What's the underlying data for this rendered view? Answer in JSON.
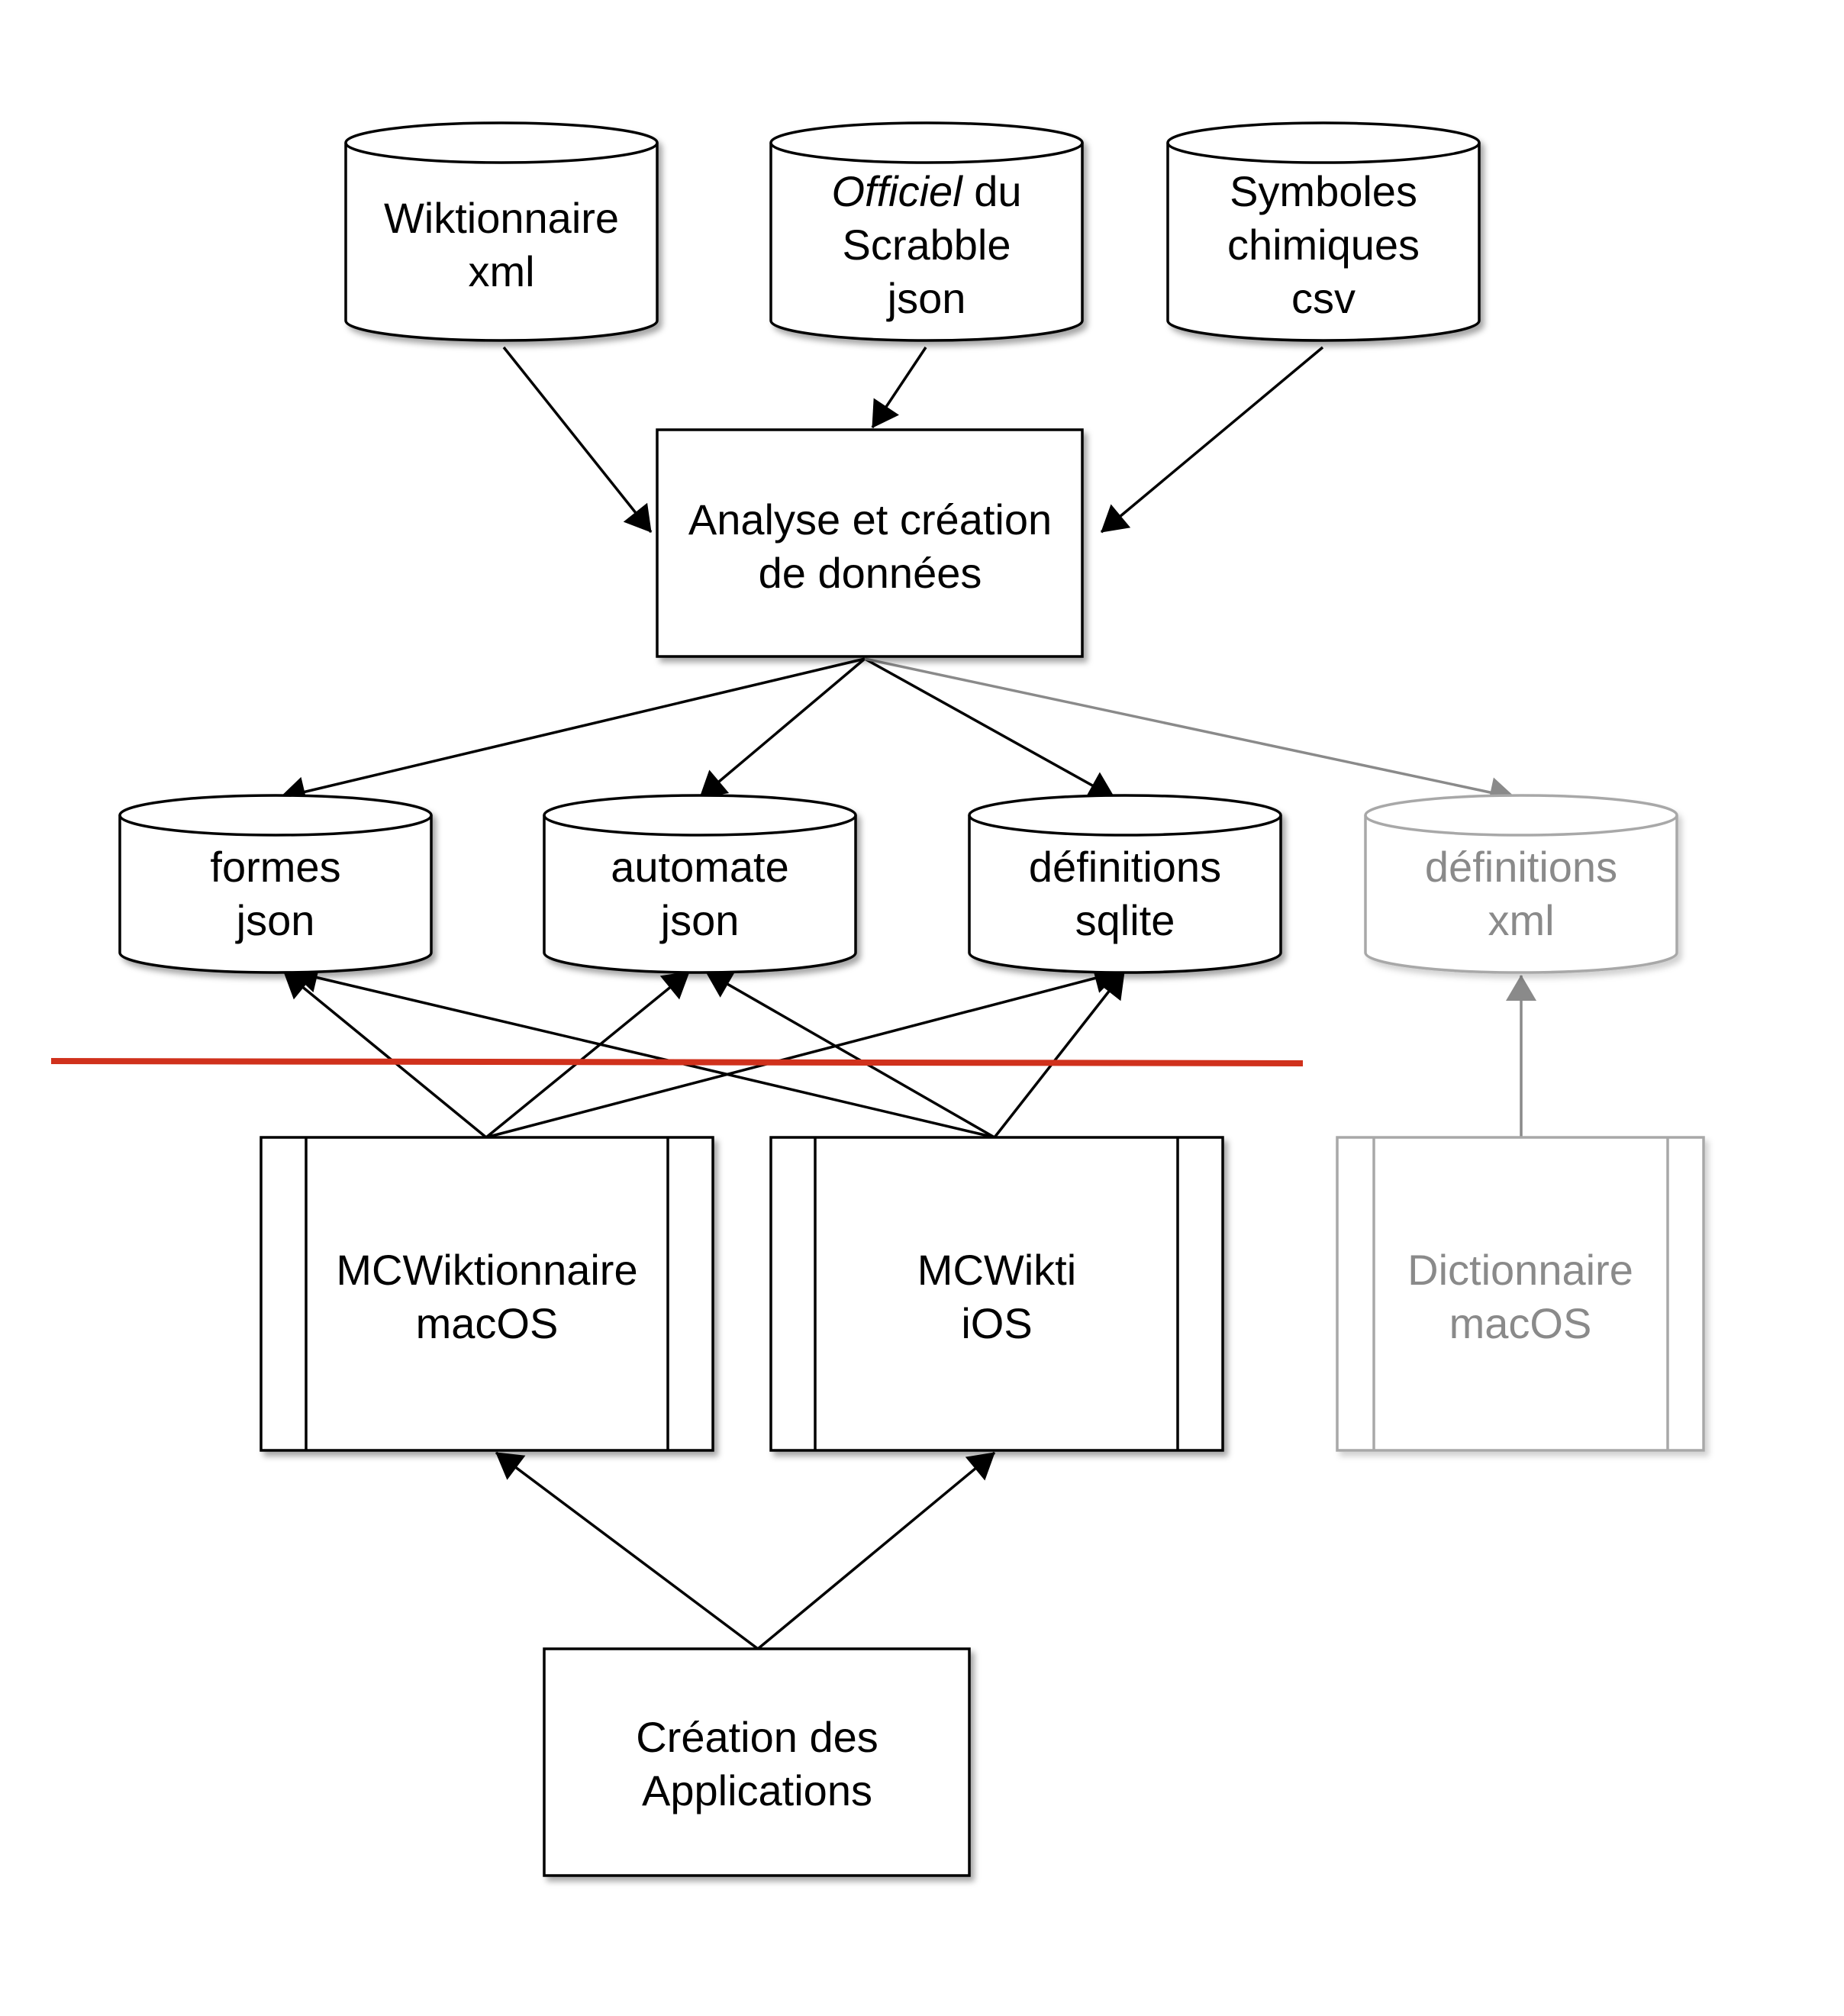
{
  "sources": {
    "wiktionnaire": {
      "line1": "Wiktionnaire",
      "line2": "xml"
    },
    "scrabble": {
      "line1_italic": "Officiel",
      "line1_rest": " du",
      "line2": "Scrabble",
      "line3": "json"
    },
    "symboles": {
      "line1": "Symboles",
      "line2": "chimiques",
      "line3": "csv"
    }
  },
  "analyse": {
    "line1": "Analyse et création",
    "line2": "de données"
  },
  "outputs": {
    "formes": {
      "line1": "formes",
      "line2": "json"
    },
    "automate": {
      "line1": "automate",
      "line2": "json"
    },
    "definitions_sqlite": {
      "line1": "définitions",
      "line2": "sqlite"
    },
    "definitions_xml": {
      "line1": "définitions",
      "line2": "xml"
    }
  },
  "apps": {
    "mcwiktionnaire": {
      "line1": "MCWiktionnaire",
      "line2": "macOS"
    },
    "mcwikti": {
      "line1": "MCWikti",
      "line2": "iOS"
    },
    "dictionnaire": {
      "line1": "Dictionnaire",
      "line2": "macOS"
    }
  },
  "creation": {
    "line1": "Création des",
    "line2": "Applications"
  },
  "colors": {
    "stroke": "#000000",
    "faded": "#8a8a8a",
    "faded_stroke": "#a8a8a8",
    "divider": "#d0311c"
  }
}
